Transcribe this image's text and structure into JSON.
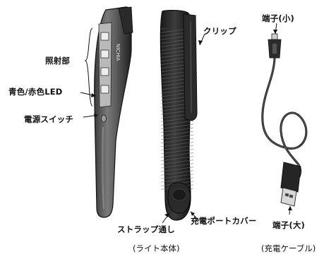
{
  "labels": {
    "lighting": "照射部",
    "led": "青色/赤色LED",
    "power_switch": "電源スイッチ",
    "clip": "クリップ",
    "strap_hole": "ストラップ通し",
    "charge_port_cover": "充電ポートカバー",
    "terminal_small": "端子(小)",
    "terminal_large": "端子(大)"
  },
  "captions": {
    "light_body": "(ライト本体)",
    "charge_cable": "(充電ケーブル)"
  },
  "brand_mark": "NICHIA"
}
